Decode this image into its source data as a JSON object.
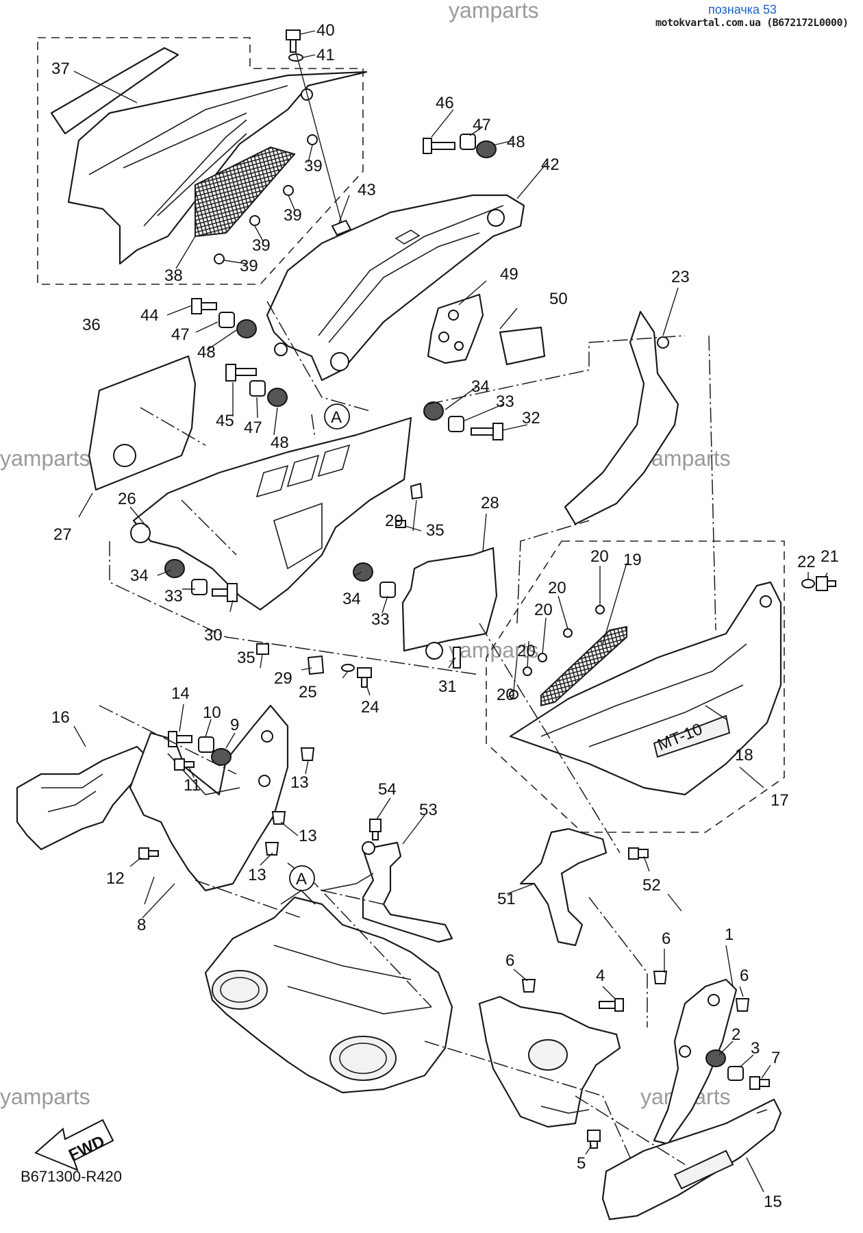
{
  "header": {
    "label": "позначка 53",
    "site": "motokvartal.com.ua (B672172L0000)"
  },
  "watermark": "yamparts",
  "diagram_code": "B671300-R420",
  "fwd_label": "FWD",
  "callout_letter": "A",
  "part_numbers": [
    "1",
    "2",
    "3",
    "4",
    "5",
    "6",
    "7",
    "8",
    "9",
    "10",
    "11",
    "12",
    "13",
    "14",
    "15",
    "16",
    "17",
    "18",
    "19",
    "20",
    "21",
    "22",
    "23",
    "24",
    "25",
    "26",
    "27",
    "28",
    "29",
    "30",
    "31",
    "32",
    "33",
    "34",
    "35",
    "36",
    "37",
    "38",
    "39",
    "40",
    "41",
    "42",
    "43",
    "44",
    "45",
    "46",
    "47",
    "48",
    "49",
    "50",
    "51",
    "52",
    "53",
    "54"
  ],
  "model_badge": "MT-10"
}
